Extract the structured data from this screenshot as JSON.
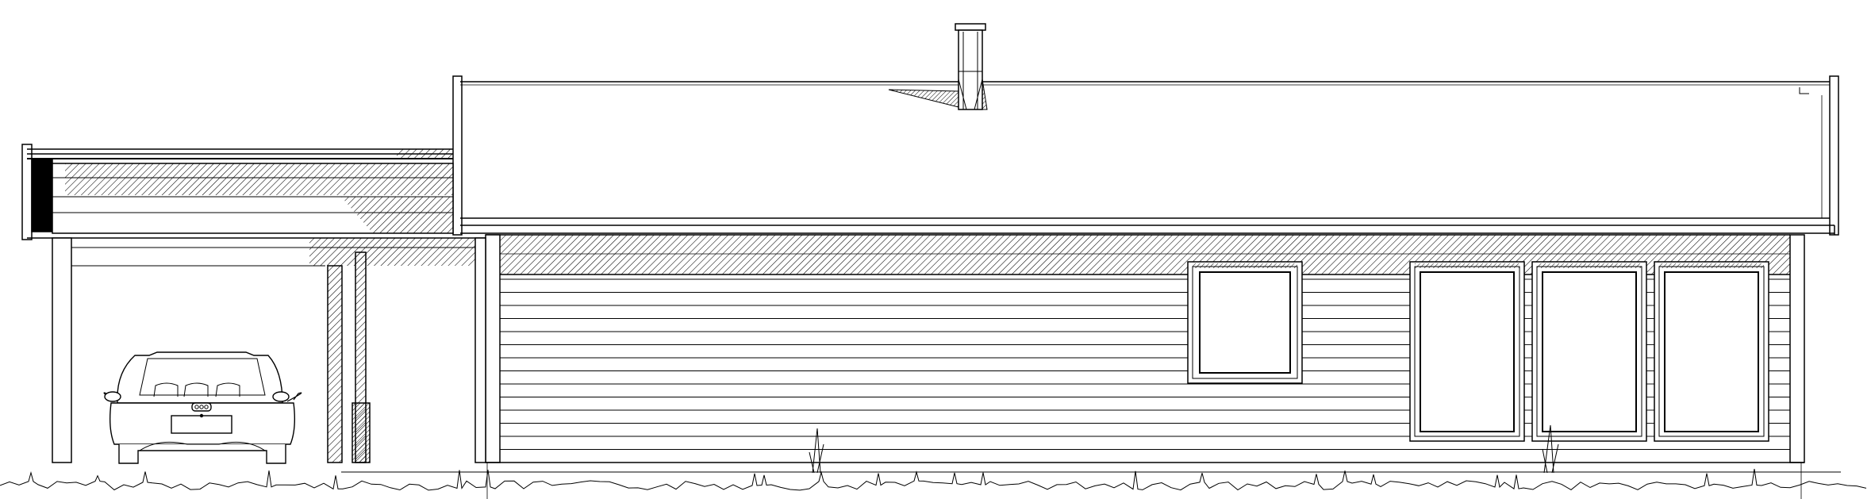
{
  "drawing": {
    "kind": "architectural-elevation",
    "line_color": "#000000",
    "background": "#ffffff",
    "elements": [
      "house-roof",
      "chimney",
      "siding",
      "small-window",
      "tall-window-1",
      "tall-window-2",
      "tall-window-3",
      "carport-roof",
      "carport-posts",
      "car",
      "ground-line"
    ],
    "car_plate_text": "",
    "labels": []
  }
}
